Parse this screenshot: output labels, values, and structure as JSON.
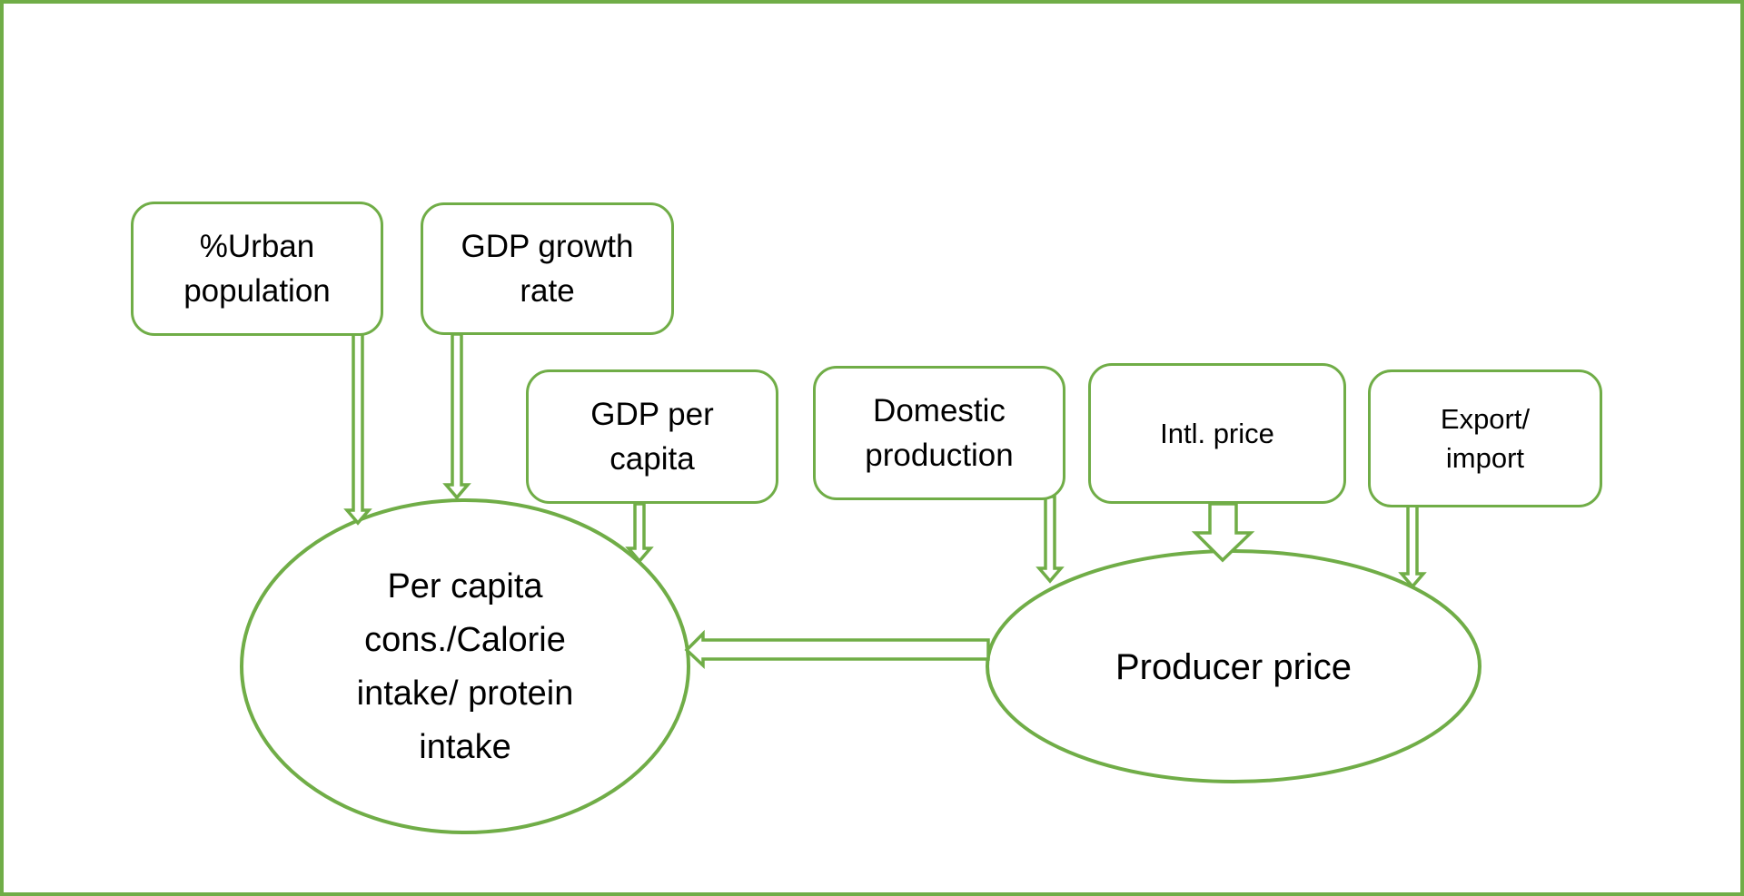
{
  "colors": {
    "accent": "#70ad47",
    "text": "#000000",
    "background": "#ffffff"
  },
  "boxes": {
    "urban_population": "%Urban\npopulation",
    "gdp_growth_rate": "GDP growth\nrate",
    "gdp_per_capita": "GDP per\ncapita",
    "domestic_production": "Domestic\nproduction",
    "intl_price": "Intl. price",
    "export_import": "Export/\nimport"
  },
  "ellipses": {
    "consumption": "Per capita\ncons./Calorie\nintake/ protein\nintake",
    "producer_price": "Producer price"
  }
}
